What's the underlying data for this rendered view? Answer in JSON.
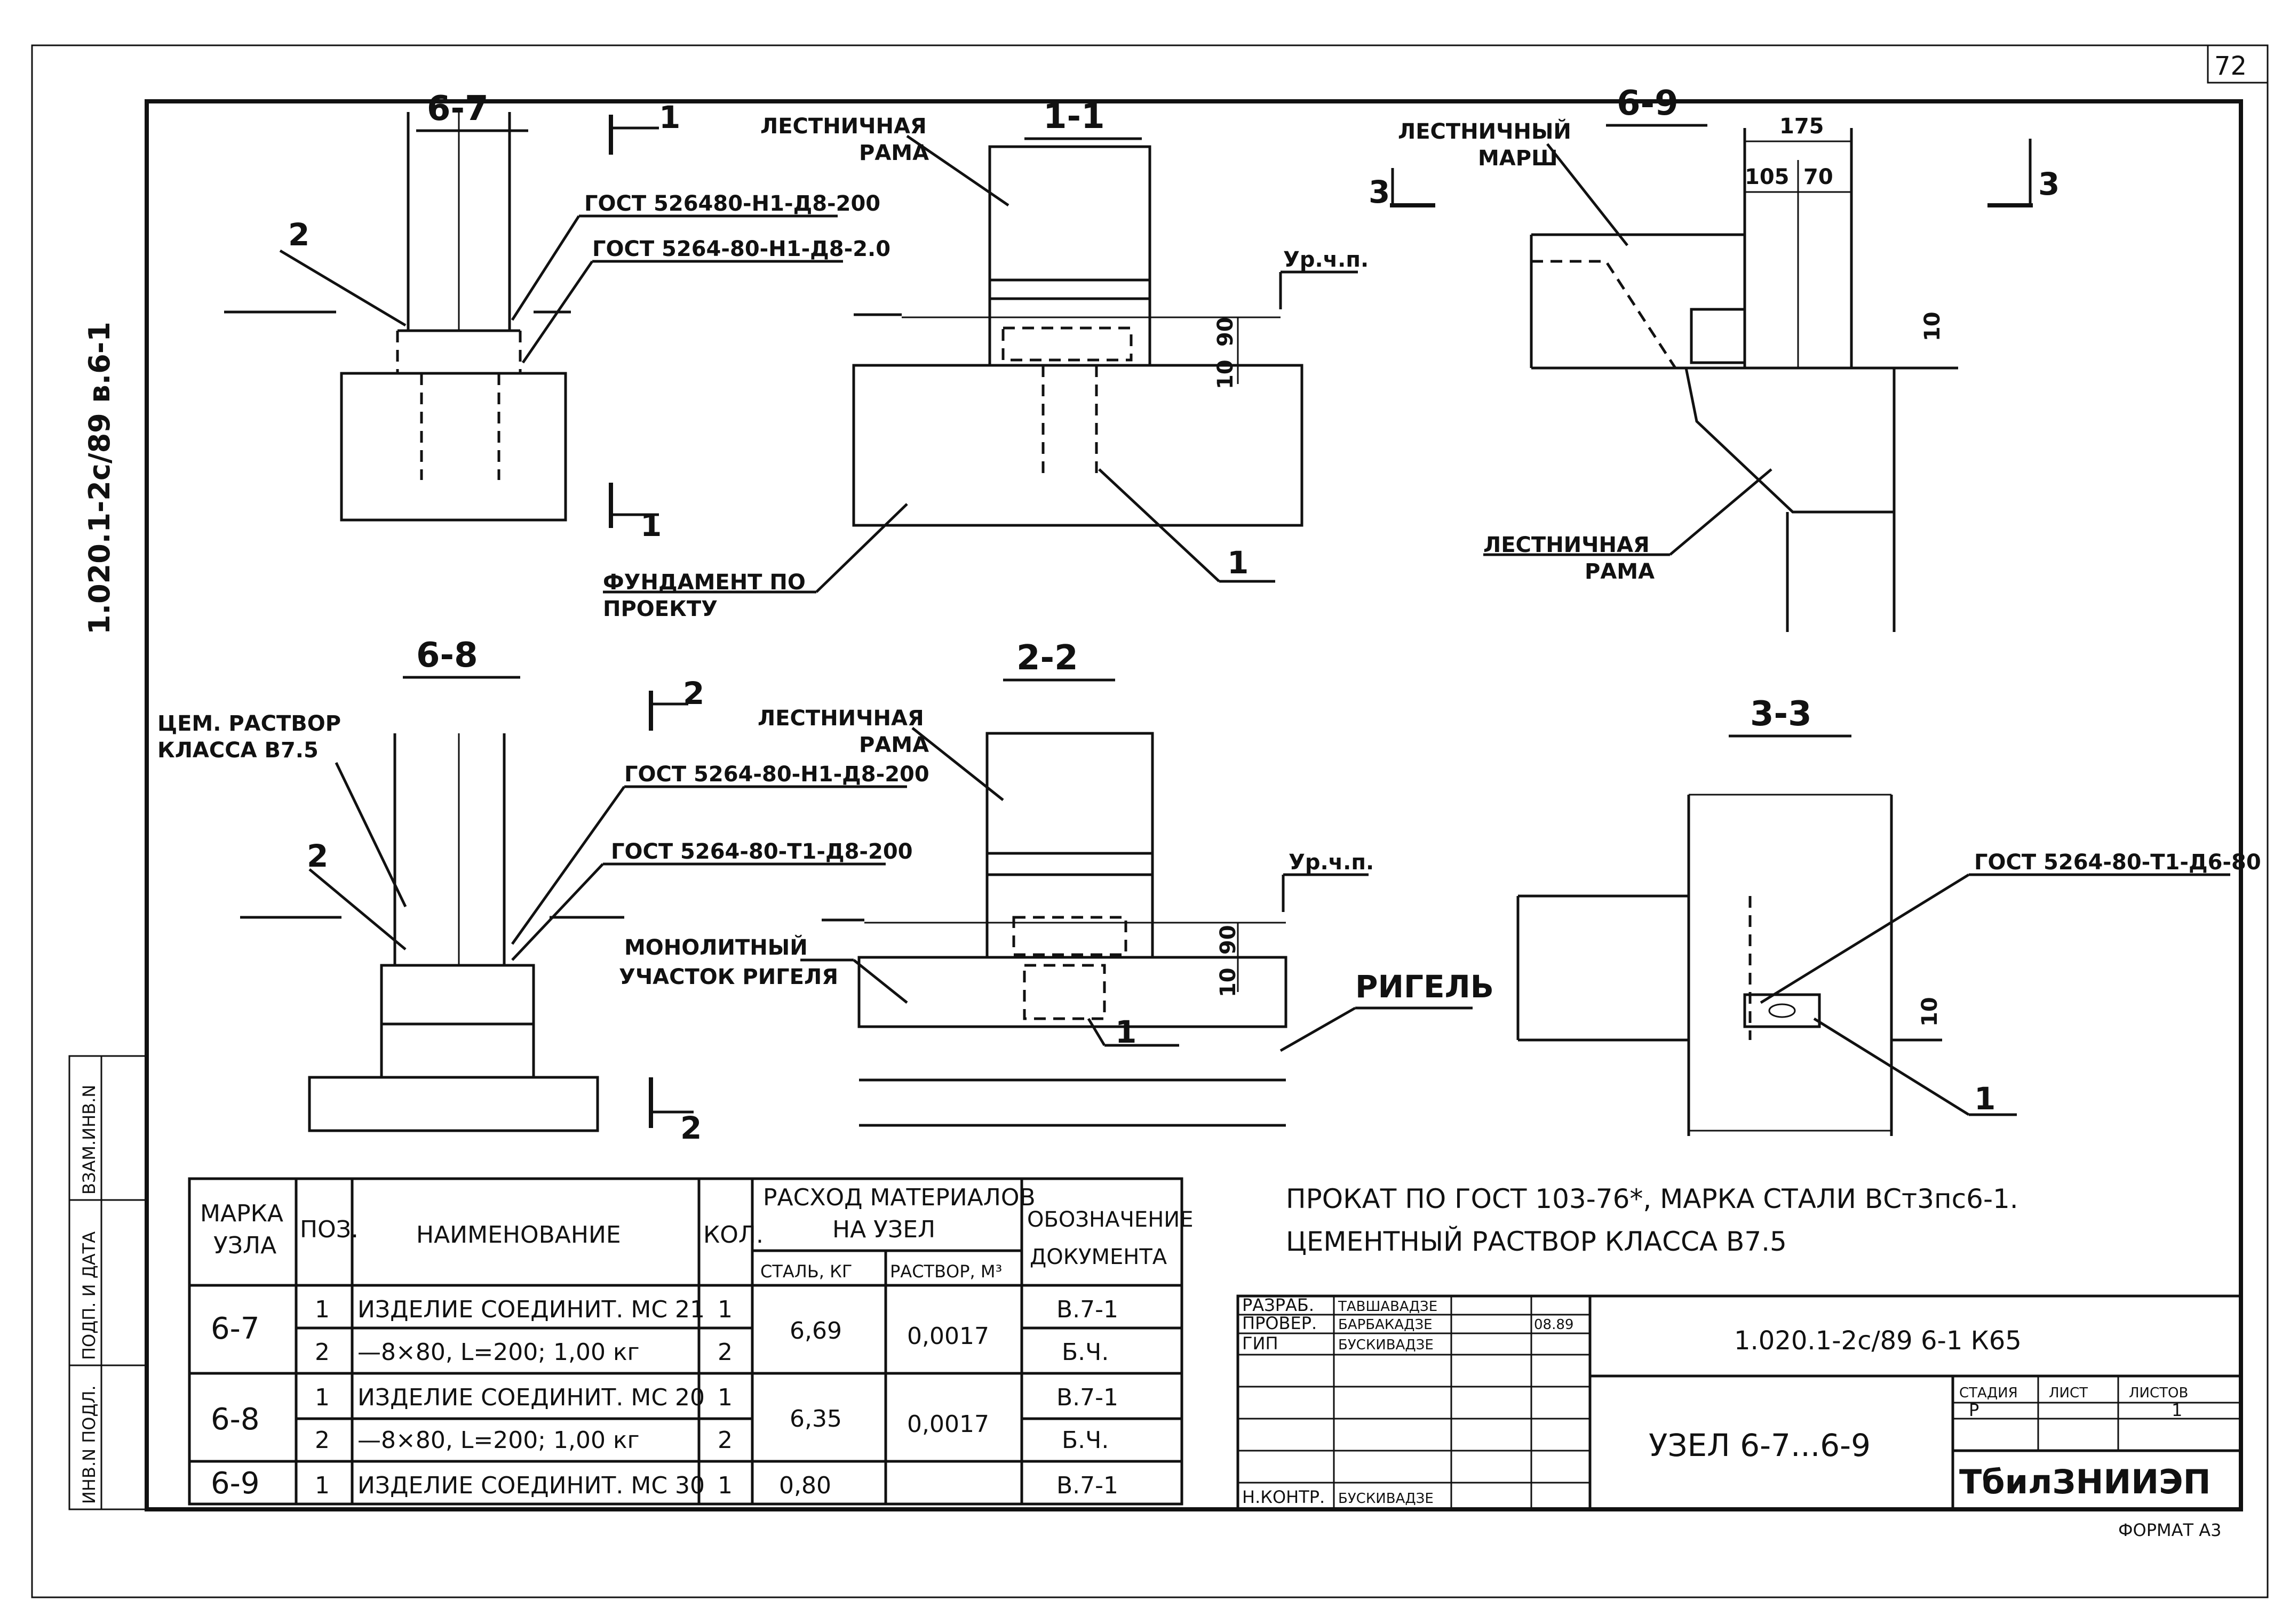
{
  "sheet_number": "72",
  "side_code": "1.020.1-2с/89 в.6-1",
  "side_stamp_labels": [
    "ИНВ.N ПОДЛ.",
    "ПОДП. И ДАТА",
    "ВЗАМ.ИНВ.N"
  ],
  "format": "ФОРМАТ А3",
  "sections": {
    "s67": {
      "title": "6-7",
      "cut_mark": "1",
      "leader_pos": "2",
      "gost_top": "ГОСТ 526480-Н1-Д8-200",
      "gost_bottom": "ГОСТ 5264-80-Н1-Д8-2.0"
    },
    "s11": {
      "title": "1-1",
      "frame_label": [
        "ЛЕСТНИЧНАЯ",
        "РАМА"
      ],
      "level_label": "Ур.ч.п.",
      "dim_90": "90",
      "dim_10": "10",
      "foundation_label": [
        "ФУНДАМЕНТ ПО",
        "ПРОЕКТУ"
      ],
      "leader_pos": "1"
    },
    "s69": {
      "title": "6-9",
      "stair_label": [
        "ЛЕСТНИЧНЫЙ",
        "МАРШ"
      ],
      "dim_175": "175",
      "dim_105": "105",
      "dim_70": "70",
      "dim_10": "10",
      "cut_mark": "3",
      "frame_label": [
        "ЛЕСТНИЧНАЯ",
        "РАМА"
      ]
    },
    "s68": {
      "title": "6-8",
      "mortar_label": [
        "ЦЕМ. РАСТВОР",
        "КЛАССА В7.5"
      ],
      "leader_pos": "2",
      "cut_mark": "2",
      "gost_top": "ГОСТ 5264-80-Н1-Д8-200",
      "gost_bottom": "ГОСТ 5264-80-Т1-Д8-200"
    },
    "s22": {
      "title": "2-2",
      "frame_label": [
        "ЛЕСТНИЧНАЯ",
        "РАМА"
      ],
      "level_label": "Ур.ч.п.",
      "dim_90": "90",
      "dim_10": "10",
      "monolith_label": [
        "МОНОЛИТНЫЙ",
        "УЧАСТОК РИГЕЛЯ"
      ],
      "rigel_label": "РИГЕЛЬ",
      "leader_pos": "1"
    },
    "s33": {
      "title": "3-3",
      "gost": "ГОСТ 5264-80-Т1-Д6-80",
      "dim_10": "10",
      "leader_pos": "1"
    }
  },
  "notes": [
    "ПРОКАТ ПО ГОСТ 103-76*, МАРКА СТАЛИ ВСт3пс6-1.",
    "ЦЕМЕНТНЫЙ РАСТВОР КЛАССА В7.5"
  ],
  "spec_table": {
    "headers": {
      "mark": [
        "МАРКА",
        "УЗЛА"
      ],
      "pos": "ПОЗ.",
      "name": "НАИМЕНОВАНИЕ",
      "qty": "КОЛ.",
      "consumption": [
        "РАСХОД МАТЕРИАЛОВ",
        "НА УЗЕЛ"
      ],
      "steel": "СТАЛЬ, КГ",
      "mortar": "РАСТВОР, М³",
      "doc": [
        "ОБОЗНАЧЕНИЕ",
        "ДОКУМЕНТА"
      ]
    },
    "rows": [
      {
        "mark": "6-7",
        "pos": "1",
        "name": "ИЗДЕЛИЕ СОЕДИНИТ. МС 21",
        "qty": "1",
        "steel": "6,69",
        "mortar": "0,0017",
        "doc": "В.7-1"
      },
      {
        "mark": "",
        "pos": "2",
        "name": "—8×80, L=200; 1,00 кг",
        "qty": "2",
        "steel": "",
        "mortar": "",
        "doc": "Б.Ч."
      },
      {
        "mark": "6-8",
        "pos": "1",
        "name": "ИЗДЕЛИЕ СОЕДИНИТ. МС 20",
        "qty": "1",
        "steel": "6,35",
        "mortar": "0,0017",
        "doc": "В.7-1"
      },
      {
        "mark": "",
        "pos": "2",
        "name": "—8×80, L=200; 1,00 кг",
        "qty": "2",
        "steel": "",
        "mortar": "",
        "doc": "Б.Ч."
      },
      {
        "mark": "6-9",
        "pos": "1",
        "name": "ИЗДЕЛИЕ СОЕДИНИТ. МС 30",
        "qty": "1",
        "steel": "0,80",
        "mortar": "",
        "doc": "В.7-1"
      }
    ]
  },
  "title_block": {
    "roles": [
      "РАЗРАБ.",
      "ПРОВЕР.",
      "ГИП",
      "",
      "",
      "",
      "Н.КОНТР."
    ],
    "names": [
      "ТАВШАВАДЗЕ",
      "БАРБАКАДЗЕ",
      "БУСКИВАДЗЕ",
      "",
      "",
      "",
      "БУСКИВАДЗЕ"
    ],
    "dates": [
      "",
      "08.89",
      "",
      "",
      "",
      "",
      ""
    ],
    "designation": "1.020.1-2с/89 6-1 К65",
    "node_title": "УЗЕЛ 6-7...6-9",
    "stage_header": "СТАДИЯ",
    "sheet_header": "ЛИСТ",
    "sheets_header": "ЛИСТОВ",
    "stage_value": "Р",
    "sheet_value": "",
    "sheets_value": "1",
    "organization": "ТбилЗНИИЭП"
  }
}
